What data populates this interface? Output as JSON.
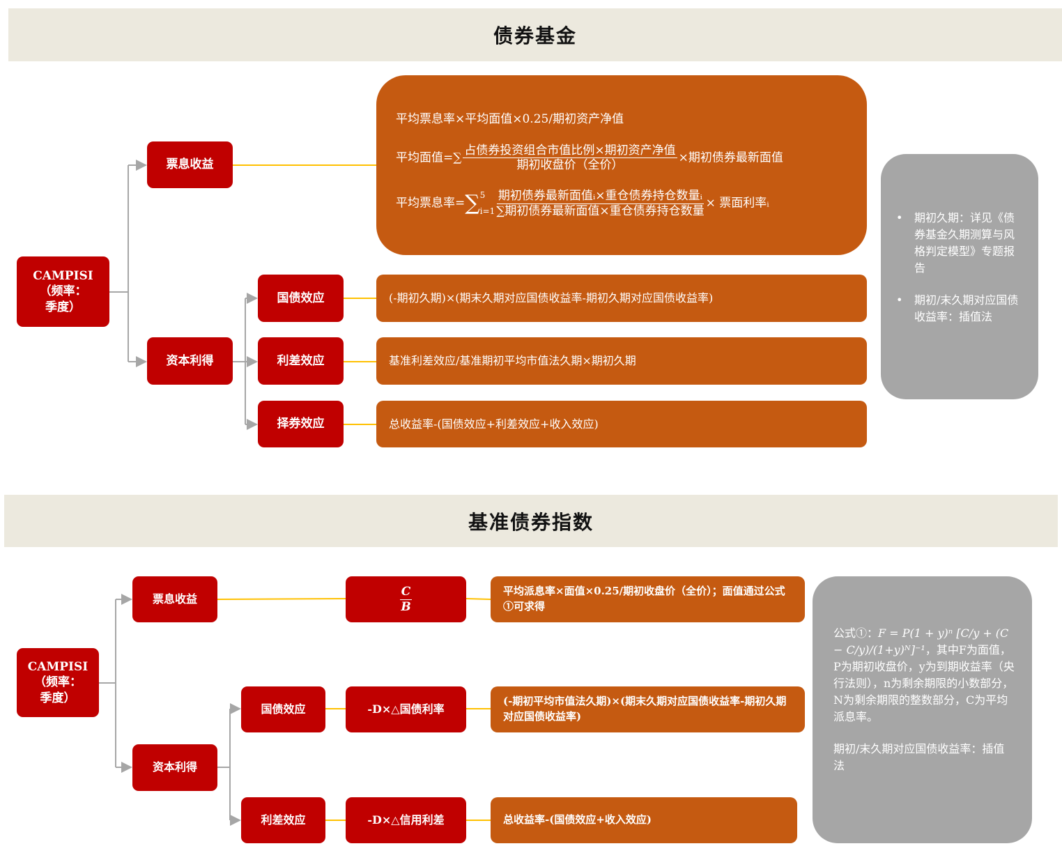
{
  "top": {
    "title": "债券基金",
    "root_label": "CAMPISI（频率：季度）",
    "root_line1": "CAMPISI",
    "root_line2": "（频率：",
    "root_line3": "季度）",
    "coupon_label": "票息收益",
    "capital_label": "资本利得",
    "sub": [
      "国债效应",
      "利差效应",
      "择券效应"
    ],
    "coupon_formula": {
      "line1": "平均票息率×平均面值×0.25/期初资产净值",
      "line2_left": "平均面值=∑",
      "line2_num": "占债券投资组合市值比例×期初资产净值",
      "line2_den": "期初收盘价（全价）",
      "line2_right": "×期初债券最新面值",
      "line3_left": "平均票息率=",
      "line3_sum": "∑",
      "line3_sup": "5",
      "line3_sub": "i=1",
      "line3_num": "期初债券最新面值ᵢ×重仓债券持仓数量ᵢ",
      "line3_den": "∑期初债券最新面值×重仓债券持仓数量",
      "line3_right": "× 票面利率ᵢ"
    },
    "sub_formulas": [
      "(-期初久期)×(期末久期对应国债收益率-期初久期对应国债收益率)",
      "基准利差效应/基准期初平均市值法久期×期初久期",
      "总收益率-(国债效应+利差效应+收入效应)"
    ],
    "notes": [
      "期初久期：详见《债券基金久期测算与风格判定模型》专题报告",
      "期初/末久期对应国债收益率：插值法"
    ],
    "bullet": "•"
  },
  "bottom": {
    "title": "基准债券指数",
    "root_line1": "CAMPISI",
    "root_line2": "（频率：",
    "root_line3": "季度）",
    "coupon_label": "票息收益",
    "capital_label": "资本利得",
    "cb_num": "C",
    "cb_den": "B",
    "coupon_formula": "平均派息率×面值×0.25/期初收盘价（全价）；面值通过公式①可求得",
    "sub": [
      "国债效应",
      "利差效应"
    ],
    "mid": [
      "-D×△国债利率",
      "-D×△信用利差"
    ],
    "sub_formulas": [
      "(-期初平均市值法久期)×(期末久期对应国债收益率-期初久期对应国债收益率)",
      "总收益率-(国债效应+收入效应)"
    ],
    "note_formula_label": "公式①：",
    "note_formula": "F = P(1 + y)ⁿ [C/y + (C − C/y)/(1+y)ᴺ]⁻¹",
    "note_text": "，其中F为面值，P为期初收盘价，y为到期收益率（央行法则），n为剩余期限的小数部分，N为剩余期限的整数部分，C为平均派息率。",
    "note2": "期初/末久期对应国债收益率：插值法"
  },
  "colors": {
    "red": "#c00000",
    "orange": "#c55a11",
    "gray": "#a6a6a6",
    "header": "#ece9de",
    "connector": "#a6a6a6",
    "link": "#ffc000"
  }
}
